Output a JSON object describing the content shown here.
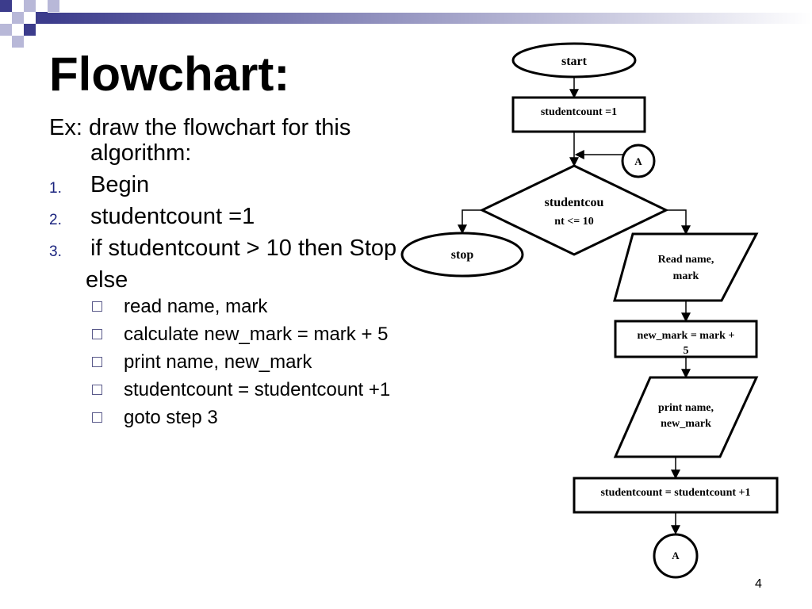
{
  "slide": {
    "title": "Flowchart:",
    "intro": "Ex: draw the flowchart for this algorithm:",
    "steps": [
      {
        "num": "1.",
        "text": "Begin"
      },
      {
        "num": "2.",
        "text": "studentcount =1"
      },
      {
        "num": "3.",
        "text": "if studentcount > 10 then Stop"
      }
    ],
    "else_label": "else",
    "substeps": [
      "read name, mark",
      "calculate new_mark = mark + 5",
      "print name, new_mark",
      "studentcount = studentcount +1",
      "goto step 3"
    ],
    "page_number": "4"
  },
  "flowchart": {
    "start": "start",
    "init": "studentcount =1",
    "connector_top": "A",
    "decision_line1": "studentcou",
    "decision_line2": "nt <= 10",
    "stop": "stop",
    "read_line1": "Read name,",
    "read_line2": "mark",
    "calc_line1": "new_mark = mark +",
    "calc_line2": "5",
    "print_line1": "print name,",
    "print_line2": "new_mark",
    "increment": "studentcount = studentcount +1",
    "connector_bottom": "A"
  },
  "colors": {
    "accent": "#3c3c8c",
    "accent_light": "#b8b8d8",
    "number": "#1a237e"
  }
}
